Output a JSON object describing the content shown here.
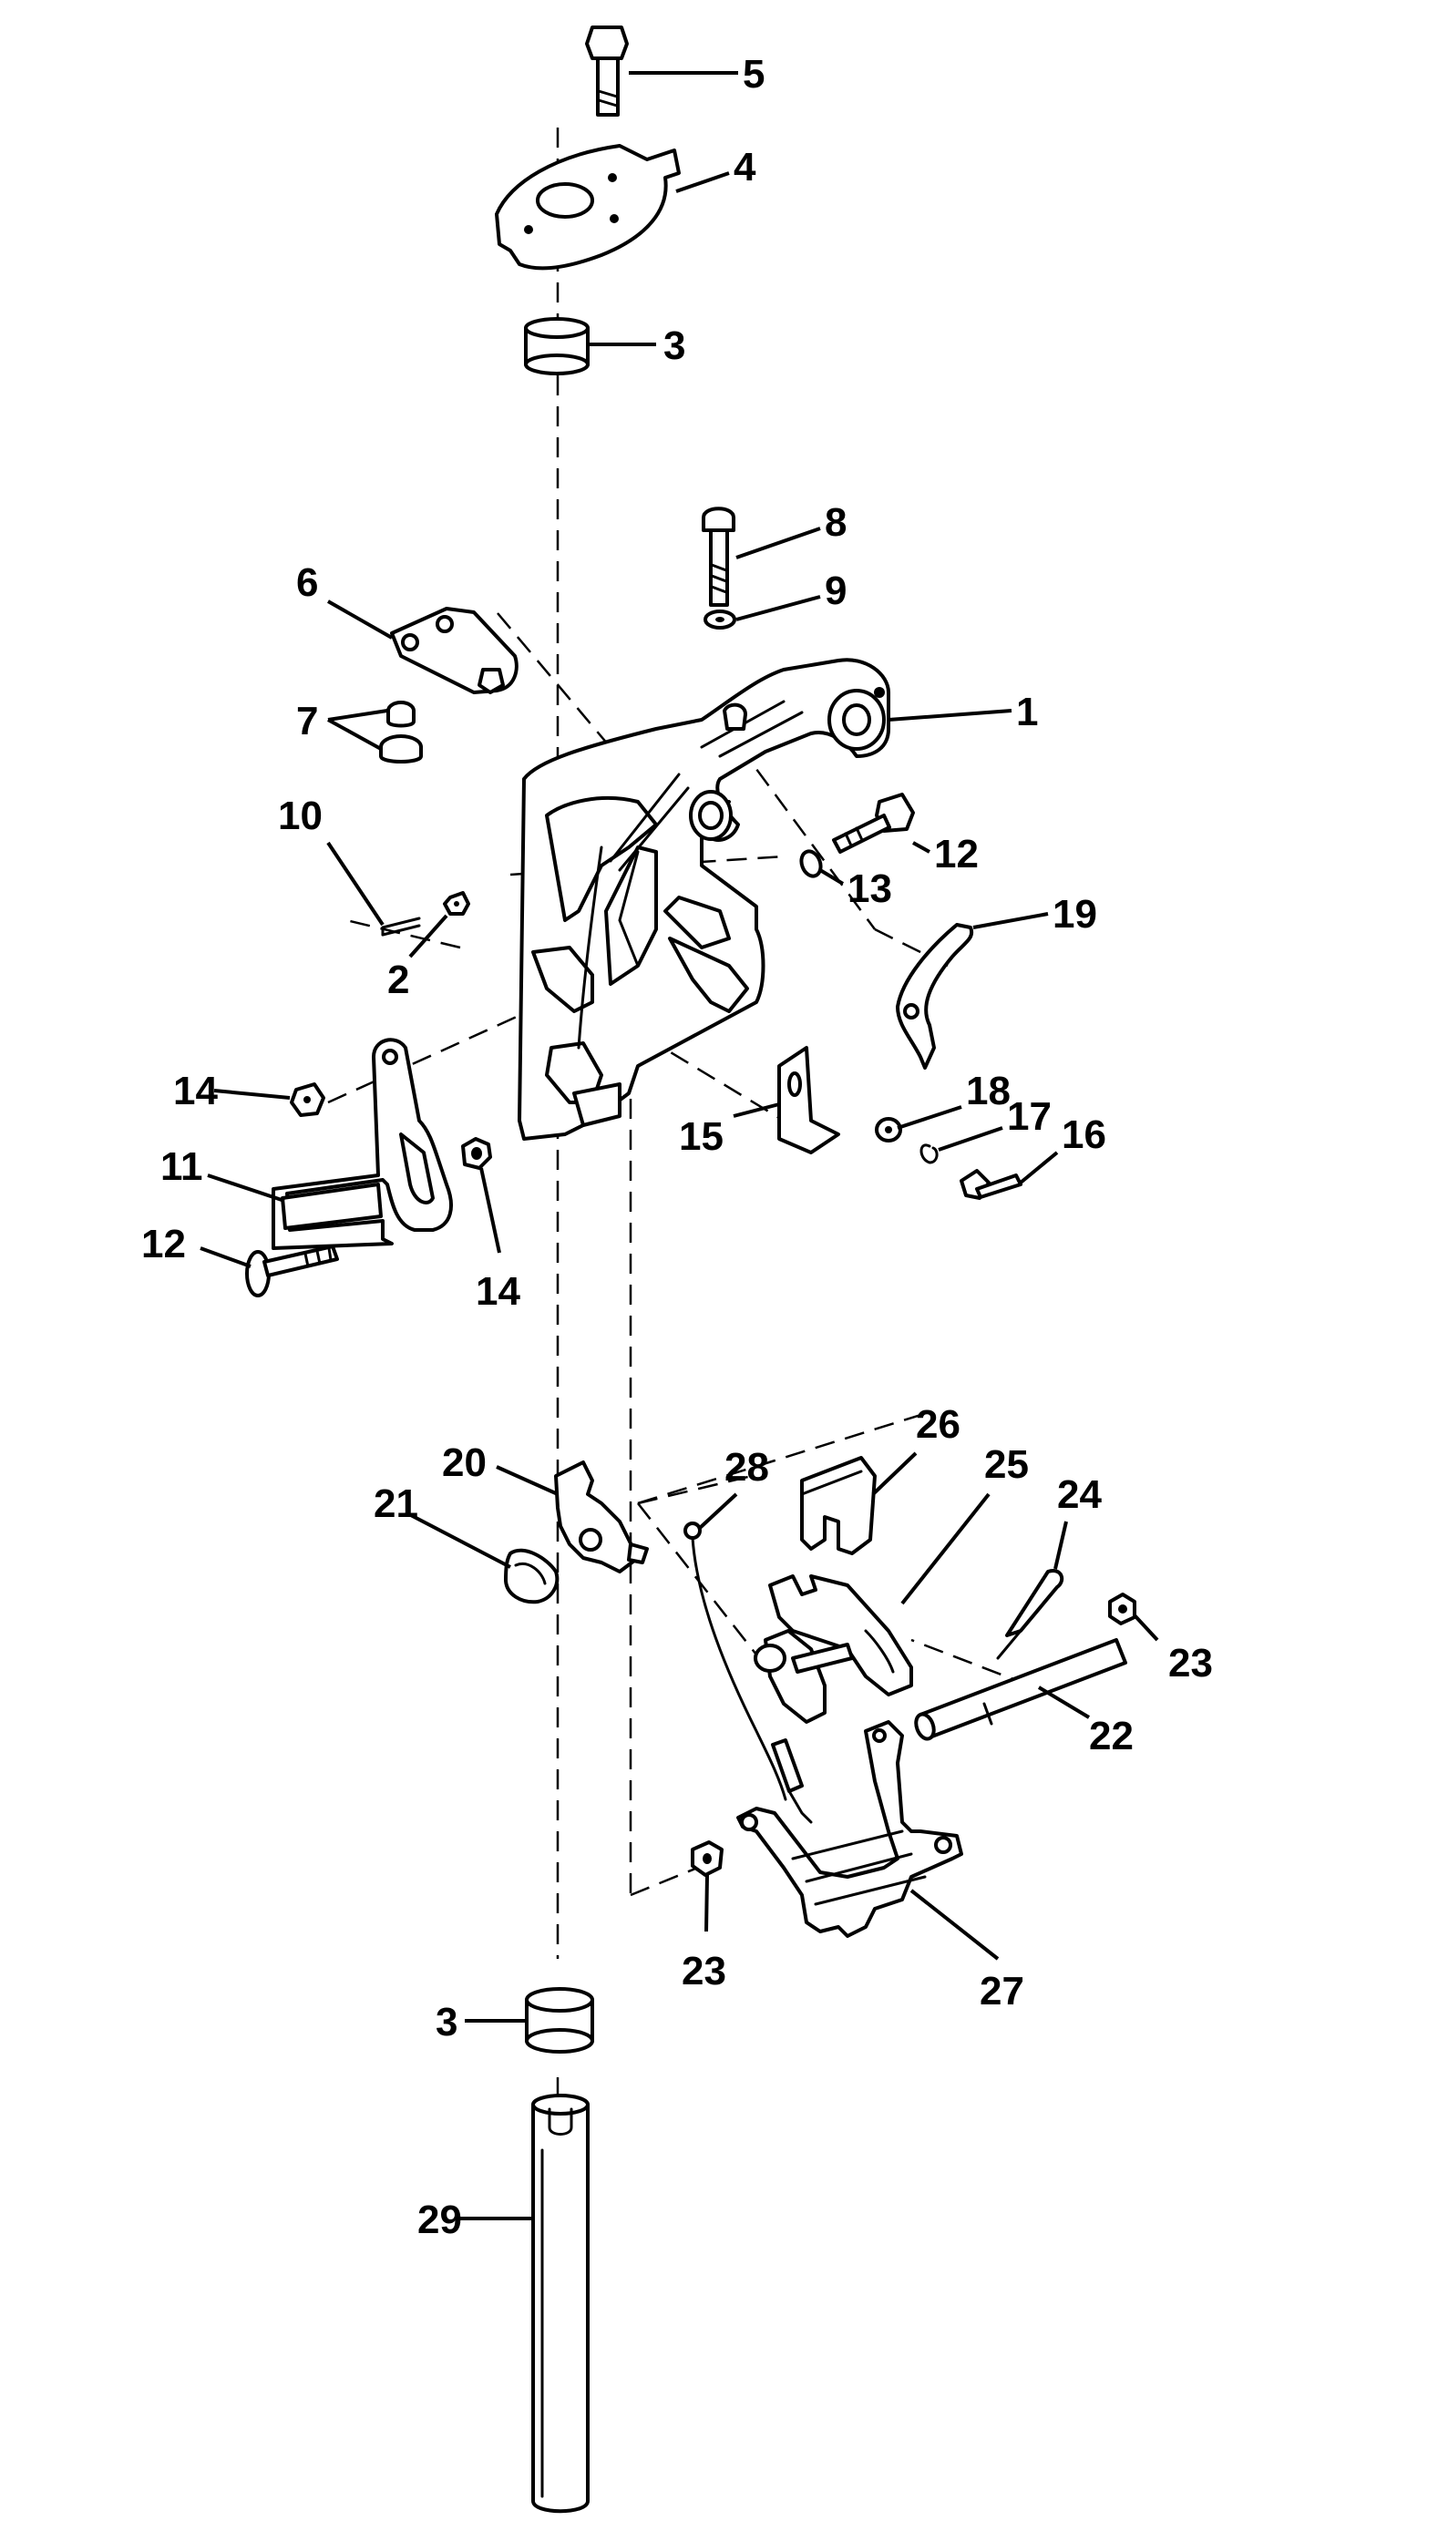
{
  "callouts": {
    "c1": "1",
    "c2": "2",
    "c3a": "3",
    "c3b": "3",
    "c4": "4",
    "c5": "5",
    "c6": "6",
    "c7": "7",
    "c8": "8",
    "c9": "9",
    "c10": "10",
    "c11": "11",
    "c12a": "12",
    "c12b": "12",
    "c13": "13",
    "c14a": "14",
    "c14b": "14",
    "c15": "15",
    "c16": "16",
    "c17": "17",
    "c18": "18",
    "c19": "19",
    "c20": "20",
    "c21": "21",
    "c22": "22",
    "c23a": "23",
    "c23b": "23",
    "c24": "24",
    "c25": "25",
    "c26": "26",
    "c27": "27",
    "c28": "28",
    "c29": "29"
  }
}
